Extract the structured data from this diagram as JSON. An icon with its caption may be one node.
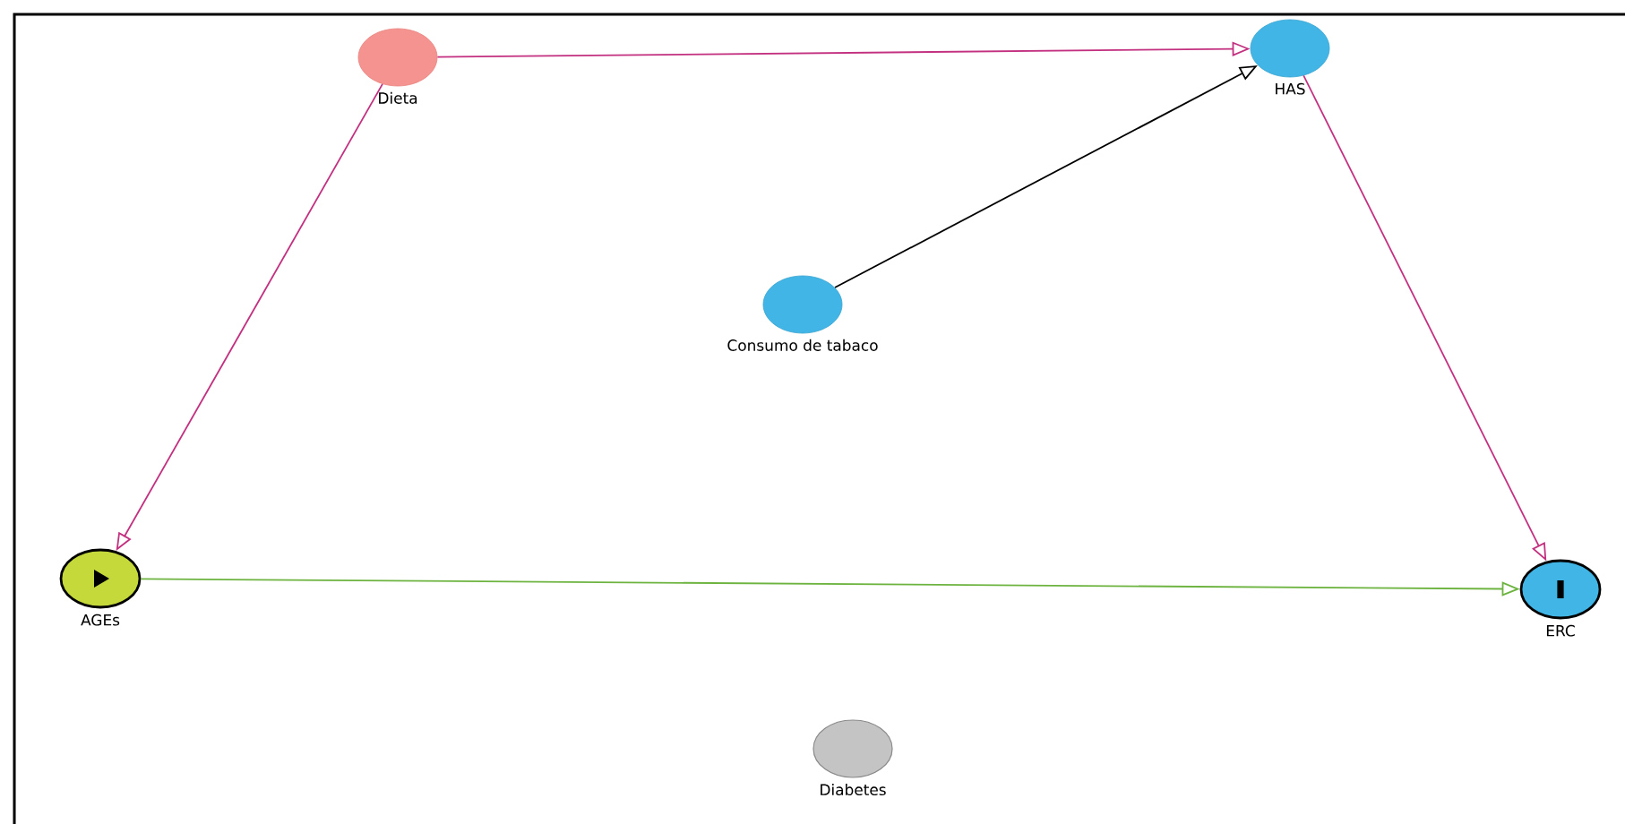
{
  "diagram": {
    "nodes": [
      {
        "text": [
          "Dieta"
        ]
      },
      {
        "text": [
          "HAS"
        ]
      },
      {
        "text": [
          "Consumo de tabaco"
        ]
      },
      {
        "text": [
          "AGEs"
        ]
      },
      {
        "text": [
          "ERC"
        ]
      },
      {
        "text": [
          "Diabetes"
        ]
      }
    ],
    "edges": [
      {
        "from": 0,
        "to": 1,
        "arrow": "to"
      },
      {
        "from": 2,
        "to": 1,
        "arrow": "to",
        "color": "#000000"
      },
      {
        "from": 0,
        "to": 3,
        "arrow": "to"
      },
      {
        "from": 1,
        "to": 4,
        "arrow": "to"
      },
      {
        "from": 3,
        "to": 4,
        "arrow": "to",
        "color": "#6cb33f"
      }
    ]
  }
}
